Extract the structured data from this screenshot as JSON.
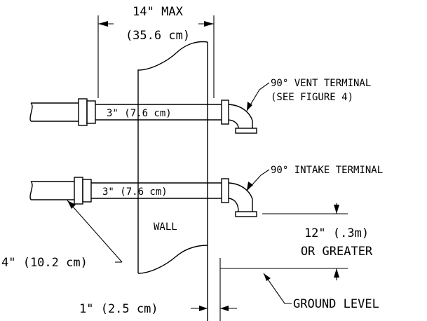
{
  "labels": {
    "wall_width_in": "14\" MAX",
    "wall_width_cm": "(35.6 cm)",
    "vent_terminal": "90° VENT TERMINAL",
    "vent_terminal_ref": "(SEE FIGURE 4)",
    "intake_terminal": "90° INTAKE TERMINAL",
    "vent_pipe_size": "3\" (7.6 cm)",
    "intake_pipe_size": "3\" (7.6 cm)",
    "wall": "WALL",
    "inlet_pipe_size": "4\" (10.2 cm)",
    "clearance_above_ground": "12\" (.3m)",
    "clearance_qualifier": "OR GREATER",
    "wall_gap": "1\" (2.5 cm)",
    "ground_level": "GROUND LEVEL"
  }
}
